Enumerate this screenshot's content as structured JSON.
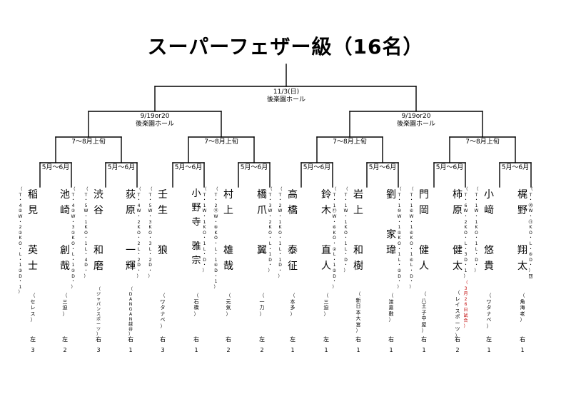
{
  "title": "スーパーフェザー級（16名）",
  "final": {
    "date": "11/3(日)",
    "venue": "後楽園ホール"
  },
  "semis": [
    {
      "date": "9/19or20",
      "venue": "後楽園ホール"
    },
    {
      "date": "9/19or20",
      "venue": "後楽園ホール"
    }
  ],
  "quarters": [
    "7～8月上旬",
    "7～8月上旬",
    "7～8月上旬",
    "7～8月上旬"
  ],
  "firsts": [
    "5月～6月",
    "5月～6月",
    "5月～6月",
    "5月～6月",
    "5月～6月",
    "5月～6月",
    "5月～6月",
    "5月～6月"
  ],
  "boxers": [
    {
      "name": "稲見 英士",
      "record": "（T・4⑤ W・2② KO・L・1③ D・1）",
      "record_note": "",
      "gym": "（セレス）",
      "side": "左3"
    },
    {
      "name": "池崎 創哉",
      "record": "（T・4② W・3① KO・L・1① D・）",
      "record_note": "",
      "gym": "（三迫）",
      "side": "左2"
    },
    {
      "name": "渋谷 和磨",
      "record": "（T・5 W・1 KO・1 L・4 D・）",
      "record_note": "",
      "gym": "（ジャパンスポーツ）",
      "side": "右3"
    },
    {
      "name": "荻原 一輝",
      "record": "（T・4 W・2 KO・2 L・2 D・）",
      "record_note": "",
      "gym": "（DANGAN越谷）",
      "side": "右1"
    },
    {
      "name": "壬生 狼",
      "record": "（T・5 W・3 KO・3 L・2 D・）",
      "record_note": "",
      "gym": "（ワタナベ）",
      "side": "右3"
    },
    {
      "name": "小野寺 雅宗",
      "record": "（T・1 W・1 KO・1 L・ D・）",
      "record_note": "",
      "gym": "（石橋）",
      "side": "右1"
    },
    {
      "name": "村上 雄哉",
      "record": "（T・2⑫ W・⑧ KO・ L・1④ D・1）",
      "record_note": "",
      "gym": "（元気）",
      "side": "右2"
    },
    {
      "name": "橋爪 翼",
      "record": "（T・3 W・2 KO・ L・1 D・）",
      "record_note": "",
      "gym": "（一力）",
      "side": "左2"
    },
    {
      "name": "高橋 泰征",
      "record": "（T・2 W・1 KO・1 L・1 D・）",
      "record_note": "",
      "gym": "（本多）",
      "side": "左1"
    },
    {
      "name": "鈴木 直人",
      "record": "（T・1⑪ W・⑥ KO・② L・1⑤ D・）",
      "record_note": "",
      "gym": "（三迫）",
      "side": "左1"
    },
    {
      "name": "岩上 和樹",
      "record": "（T・1 W・1 KO・1 L・ D・）",
      "record_note": "",
      "gym": "（新日本大宮）",
      "side": "右1"
    },
    {
      "name": "劉 家瑋",
      "record": "（T・1⑩ W・1⑤ KO・1 L・⑤ D・）",
      "record_note": "",
      "gym": "（渡嘉敷）",
      "side": "右1"
    },
    {
      "name": "門岡 健人",
      "record": "（T・1⑥ W・1⑥ KO・1⑥ L・D・）",
      "record_note": "",
      "gym": "（八王子中屋）",
      "side": "右1"
    },
    {
      "name": "柿原 健太",
      "record": "（T・6 W・2 KO・ L・3 D・1）",
      "record_note": "（3月26日試合）",
      "gym": "（レイスポーツ）",
      "side": "右2"
    },
    {
      "name": "小﨑 悠貴",
      "record": "（T・1 W・1 KO・1 L・ D・）",
      "record_note": "",
      "gym": "（ワタナベ）",
      "side": "左1"
    },
    {
      "name": "梶野 翔太",
      "record": "（T・⑳ W・⑪ KO・ L・⑧ D・）団",
      "record_note": "",
      "gym": "（角海老）",
      "side": "右1"
    }
  ]
}
